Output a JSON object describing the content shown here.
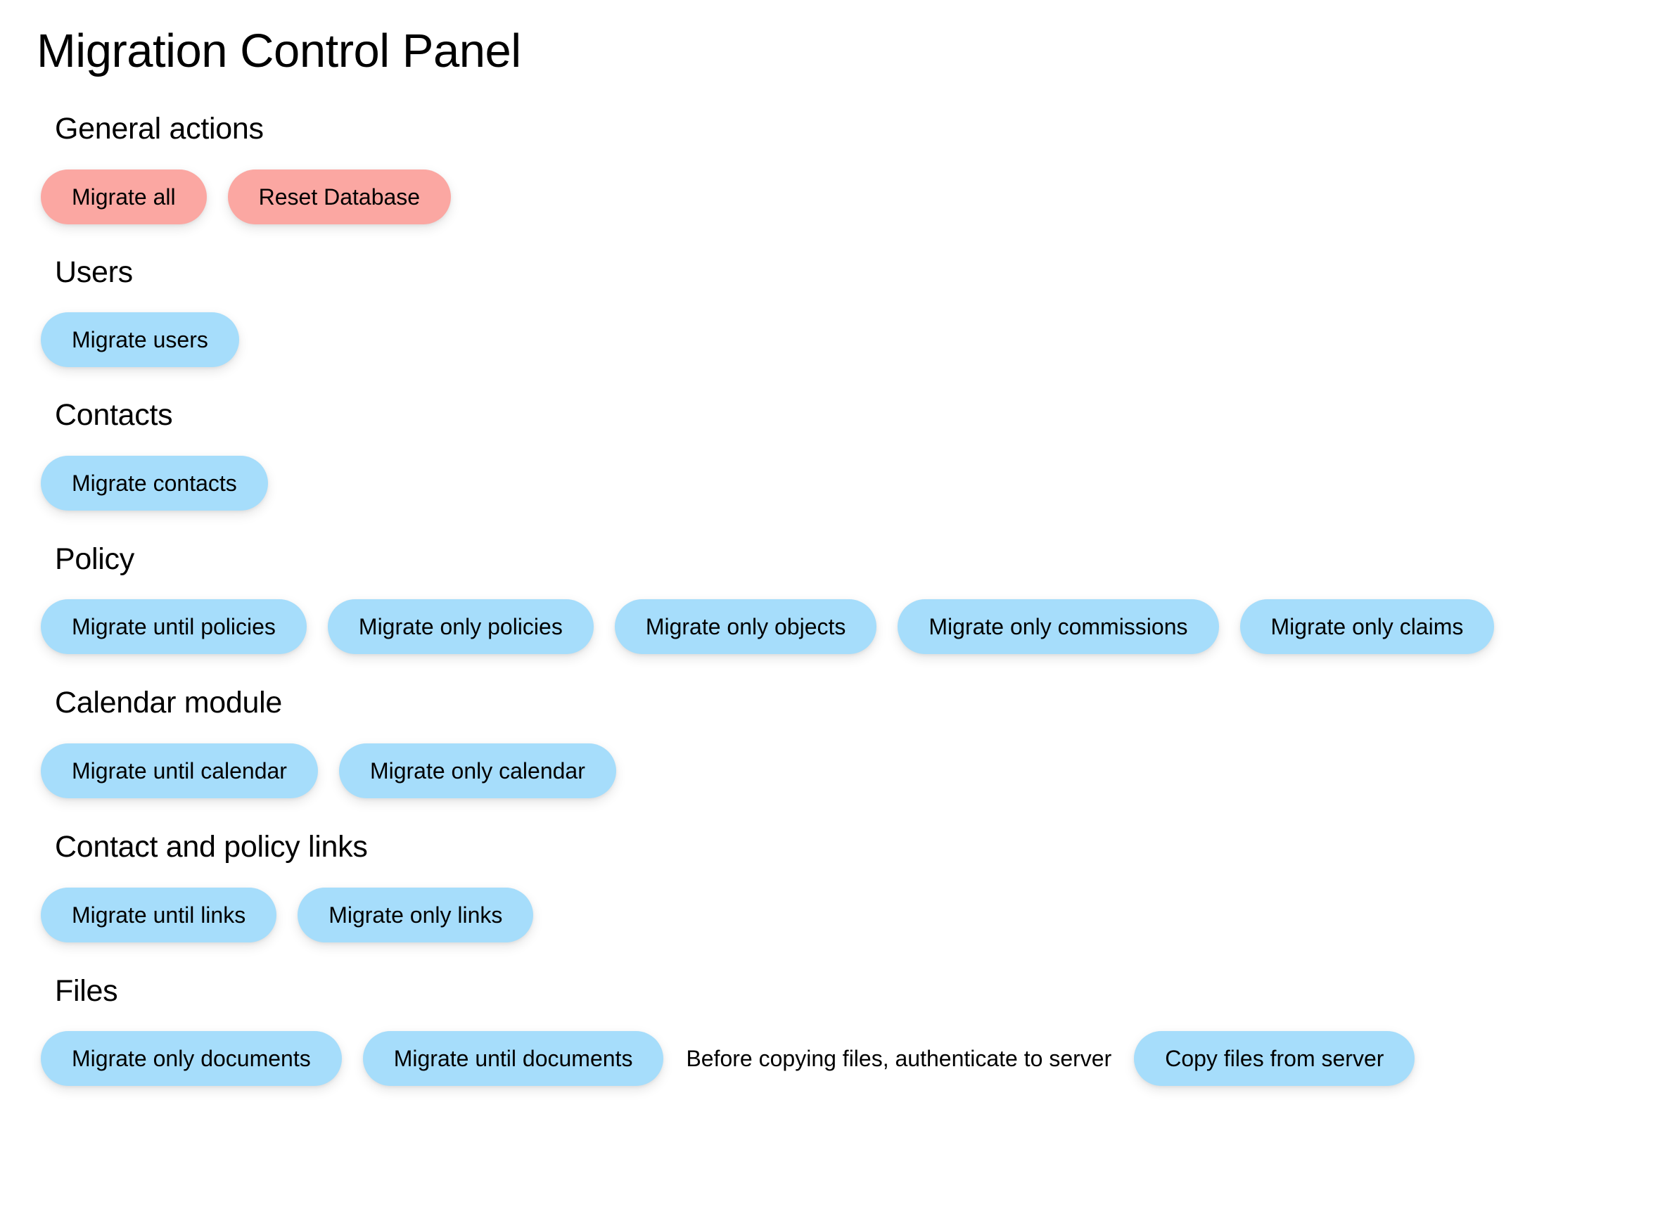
{
  "page": {
    "title": "Migration Control Panel",
    "colors": {
      "danger_pill": "#fba7a2",
      "primary_pill": "#a6ddfb",
      "text": "#000000",
      "background": "#ffffff"
    }
  },
  "sections": [
    {
      "id": "general",
      "heading": "General actions",
      "buttons": [
        {
          "label": "Migrate all",
          "variant": "danger"
        },
        {
          "label": "Reset Database",
          "variant": "danger"
        }
      ]
    },
    {
      "id": "users",
      "heading": "Users",
      "buttons": [
        {
          "label": "Migrate users",
          "variant": "primary"
        }
      ]
    },
    {
      "id": "contacts",
      "heading": "Contacts",
      "buttons": [
        {
          "label": "Migrate contacts",
          "variant": "primary"
        }
      ]
    },
    {
      "id": "policy",
      "heading": "Policy",
      "buttons": [
        {
          "label": "Migrate until policies",
          "variant": "primary"
        },
        {
          "label": "Migrate only policies",
          "variant": "primary"
        },
        {
          "label": "Migrate only objects",
          "variant": "primary"
        },
        {
          "label": "Migrate only commissions",
          "variant": "primary"
        },
        {
          "label": "Migrate only claims",
          "variant": "primary"
        }
      ]
    },
    {
      "id": "calendar",
      "heading": "Calendar module",
      "buttons": [
        {
          "label": "Migrate until calendar",
          "variant": "primary"
        },
        {
          "label": "Migrate only calendar",
          "variant": "primary"
        }
      ]
    },
    {
      "id": "links",
      "heading": "Contact and policy links",
      "buttons": [
        {
          "label": "Migrate until links",
          "variant": "primary"
        },
        {
          "label": "Migrate only links",
          "variant": "primary"
        }
      ]
    },
    {
      "id": "files",
      "heading": "Files",
      "note": "Before copying files, authenticate to server",
      "buttons": [
        {
          "label": "Migrate only documents",
          "variant": "primary"
        },
        {
          "label": "Migrate until documents",
          "variant": "primary"
        },
        {
          "label": "Copy files from server",
          "variant": "primary"
        }
      ]
    }
  ]
}
